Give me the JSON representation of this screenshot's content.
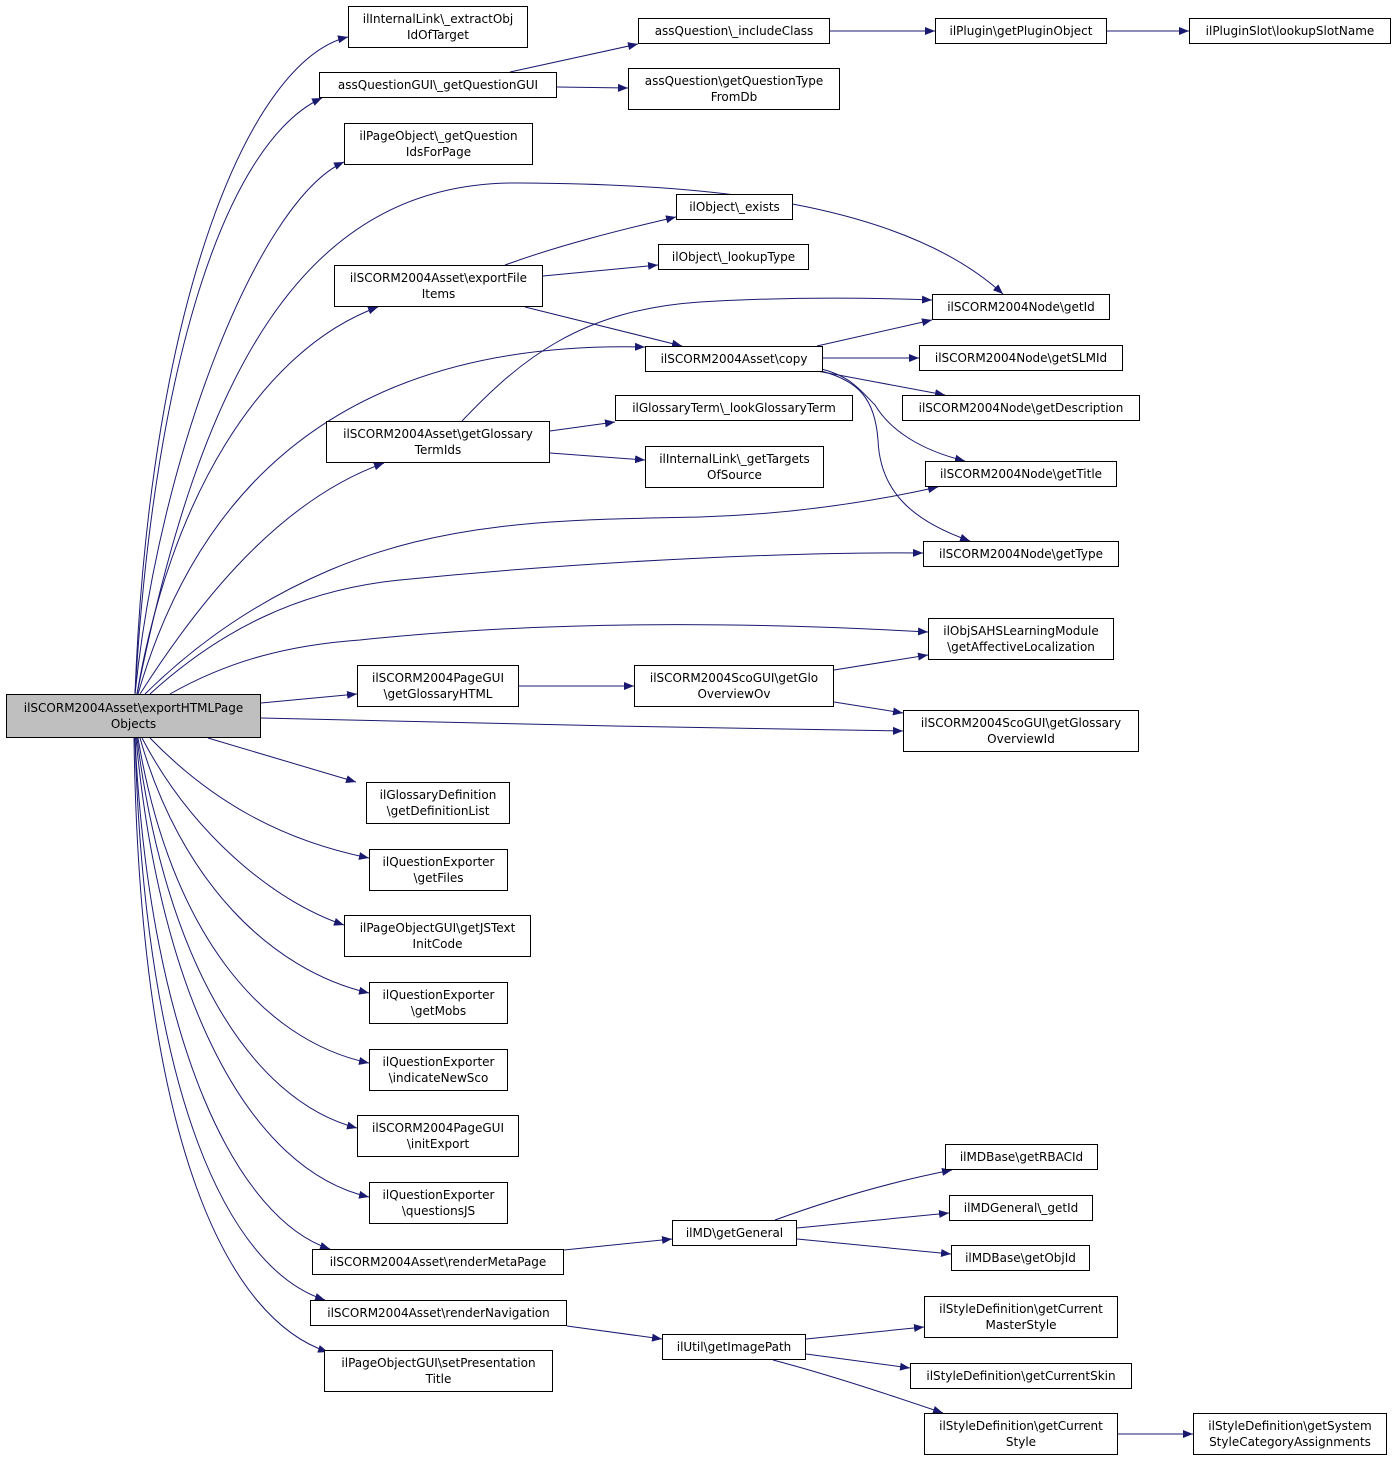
{
  "graph": {
    "edge_color": "#191970",
    "root_fill": "#bfbfbf",
    "nodes": {
      "root": [
        "ilSCORM2004Asset\\exportHTMLPage",
        "Objects"
      ],
      "extractObjId": [
        "ilInternalLink\\_extractObj",
        "IdOfTarget"
      ],
      "getQuestionGUI": [
        "assQuestionGUI\\_getQuestionGUI"
      ],
      "includeClass": [
        "assQuestion\\_includeClass"
      ],
      "getPluginObject": [
        "ilPlugin\\getPluginObject"
      ],
      "lookupSlotName": [
        "ilPluginSlot\\lookupSlotName"
      ],
      "getQuestionType": [
        "assQuestion\\getQuestionType",
        "FromDb"
      ],
      "getQuestionIds": [
        "ilPageObject\\_getQuestion",
        "IdsForPage"
      ],
      "exportFileItems": [
        "ilSCORM2004Asset\\exportFile",
        "Items"
      ],
      "objExists": [
        "ilObject\\_exists"
      ],
      "lookupType": [
        "ilObject\\_lookupType"
      ],
      "nodeGetId": [
        "ilSCORM2004Node\\getId"
      ],
      "assetCopy": [
        "ilSCORM2004Asset\\copy"
      ],
      "getSLMId": [
        "ilSCORM2004Node\\getSLMId"
      ],
      "getDescription": [
        "ilSCORM2004Node\\getDescription"
      ],
      "getGlossaryTermIds": [
        "ilSCORM2004Asset\\getGlossary",
        "TermIds"
      ],
      "lookGlossaryTerm": [
        "ilGlossaryTerm\\_lookGlossaryTerm"
      ],
      "getTargetsOfSource": [
        "ilInternalLink\\_getTargets",
        "OfSource"
      ],
      "nodeGetTitle": [
        "ilSCORM2004Node\\getTitle"
      ],
      "nodeGetType": [
        "ilSCORM2004Node\\getType"
      ],
      "affectiveLocalization": [
        "ilObjSAHSLearningModule",
        "\\getAffectiveLocalization"
      ],
      "getGlossaryHTML": [
        "ilSCORM2004PageGUI",
        "\\getGlossaryHTML"
      ],
      "getGloOverviewOv": [
        "ilSCORM2004ScoGUI\\getGlo",
        "OverviewOv"
      ],
      "glossaryOverviewId": [
        "ilSCORM2004ScoGUI\\getGlossary",
        "OverviewId"
      ],
      "getDefinitionList": [
        "ilGlossaryDefinition",
        "\\getDefinitionList"
      ],
      "getFiles": [
        "ilQuestionExporter",
        "\\getFiles"
      ],
      "getJSTextInitCode": [
        "ilPageObjectGUI\\getJSText",
        "InitCode"
      ],
      "getMobs": [
        "ilQuestionExporter",
        "\\getMobs"
      ],
      "indicateNewSco": [
        "ilQuestionExporter",
        "\\indicateNewSco"
      ],
      "initExport": [
        "ilSCORM2004PageGUI",
        "\\initExport"
      ],
      "questionsJS": [
        "ilQuestionExporter",
        "\\questionsJS"
      ],
      "renderMetaPage": [
        "ilSCORM2004Asset\\renderMetaPage"
      ],
      "mdGetGeneral": [
        "ilMD\\getGeneral"
      ],
      "getRBACId": [
        "ilMDBase\\getRBACId"
      ],
      "mdGeneralGetId": [
        "ilMDGeneral\\_getId"
      ],
      "getObjId": [
        "ilMDBase\\getObjId"
      ],
      "renderNavigation": [
        "ilSCORM2004Asset\\renderNavigation"
      ],
      "getImagePath": [
        "ilUtil\\getImagePath"
      ],
      "currentMasterStyle": [
        "ilStyleDefinition\\getCurrent",
        "MasterStyle"
      ],
      "currentSkin": [
        "ilStyleDefinition\\getCurrentSkin"
      ],
      "currentStyle": [
        "ilStyleDefinition\\getCurrent",
        "Style"
      ],
      "systemStyleCategory": [
        "ilStyleDefinition\\getSystem",
        "StyleCategoryAssignments"
      ],
      "setPresentationTitle": [
        "ilPageObjectGUI\\setPresentation",
        "Title"
      ]
    }
  }
}
